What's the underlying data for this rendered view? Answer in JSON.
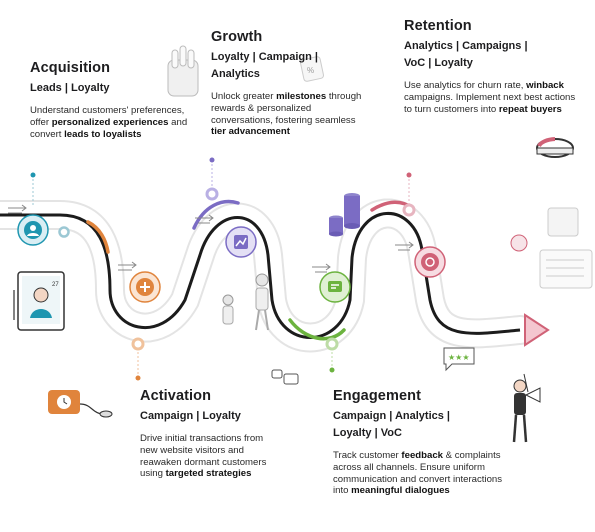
{
  "stages": {
    "acquisition": {
      "title": "Acquisition",
      "tags": [
        "Leads | Loyalty"
      ],
      "desc": [
        {
          "t": "Understand customers' preferences, offer "
        },
        {
          "t": "personalized experiences",
          "b": true
        },
        {
          "t": " and convert "
        },
        {
          "t": "leads to loyalists",
          "b": true
        }
      ],
      "color": "#1f96b0"
    },
    "growth": {
      "title": "Growth",
      "tags": [
        "Loyalty | Campaign |",
        "Analytics"
      ],
      "desc": [
        {
          "t": "Unlock greater "
        },
        {
          "t": "milestones",
          "b": true
        },
        {
          "t": " through rewards & personalized conversations, fostering seamless "
        },
        {
          "t": "tier advancement",
          "b": true
        }
      ],
      "color": "#7b6cc4"
    },
    "retention": {
      "title": "Retention",
      "tags": [
        "Analytics | Campaigns |",
        "VoC | Loyalty"
      ],
      "desc": [
        {
          "t": "Use analytics for churn rate, "
        },
        {
          "t": "winback",
          "b": true
        },
        {
          "t": " campaigns. Implement next best actions to turn customers into "
        },
        {
          "t": "repeat buyers",
          "b": true
        }
      ],
      "color": "#d06277"
    },
    "activation": {
      "title": "Activation",
      "tags": [
        "Campaign | Loyalty"
      ],
      "desc": [
        {
          "t": "Drive initial transactions from new website visitors and reawaken dormant customers using "
        },
        {
          "t": "targeted strategies",
          "b": true
        }
      ],
      "color": "#e0843c"
    },
    "engagement": {
      "title": "Engagement",
      "tags": [
        "Campaign | Analytics |",
        "Loyalty | VoC"
      ],
      "desc": [
        {
          "t": "Track customer "
        },
        {
          "t": "feedback",
          "b": true
        },
        {
          "t": " & complaints across all channels. Ensure uniform communication and convert interactions into "
        },
        {
          "t": "meaningful dialogues",
          "b": true
        }
      ],
      "color": "#6cb33f"
    }
  },
  "decor": {
    "screen_label": "27",
    "percent_sign": "%"
  }
}
